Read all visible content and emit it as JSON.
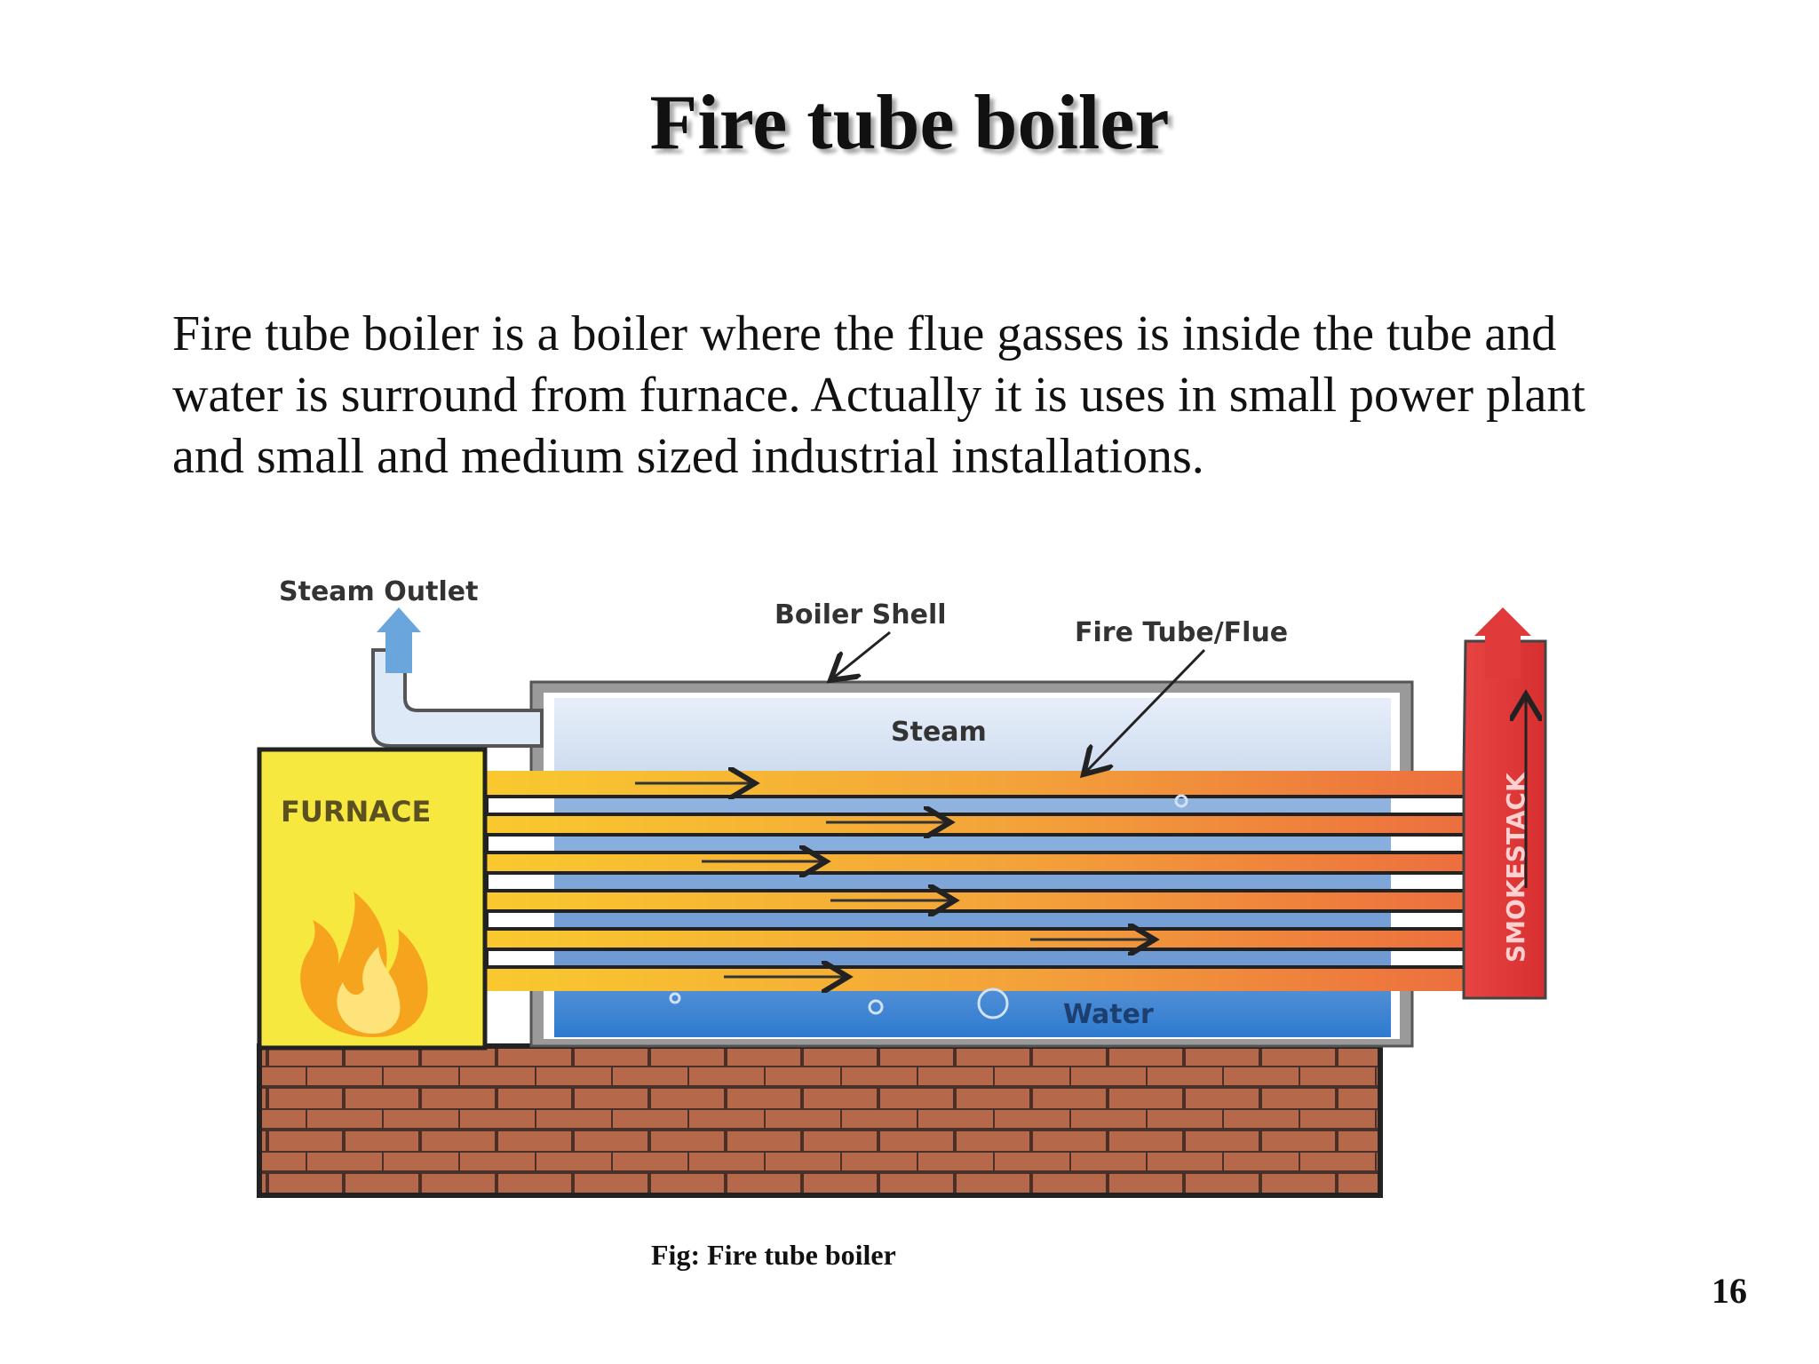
{
  "slide": {
    "title": "Fire tube boiler",
    "body_lines": [
      "Fire tube boiler is a boiler where the flue gasses is inside the tube and",
      "water is surround from furnace. Actually  it is uses in small power plant",
      "and small and medium sized industrial installations."
    ],
    "caption": "Fig: Fire tube boiler",
    "page_number": "16"
  },
  "diagram": {
    "labels": {
      "steam_outlet": "Steam Outlet",
      "boiler_shell": "Boiler Shell",
      "fire_tube": "Fire Tube/Flue",
      "steam": "Steam",
      "furnace": "FURNACE",
      "water": "Water",
      "smokestack": "SMOKESTACK"
    },
    "colors": {
      "furnace": "#f7e840",
      "flue_hot": "#f7c52e",
      "flue_cool": "#f08040",
      "smokestack": "#e03a3a",
      "water": "#3a86d6",
      "steam": "#dfe8f5",
      "brick": "#b5694a",
      "shell": "#9a9a9a",
      "outlet_arrow": "#6aa6dc"
    }
  }
}
